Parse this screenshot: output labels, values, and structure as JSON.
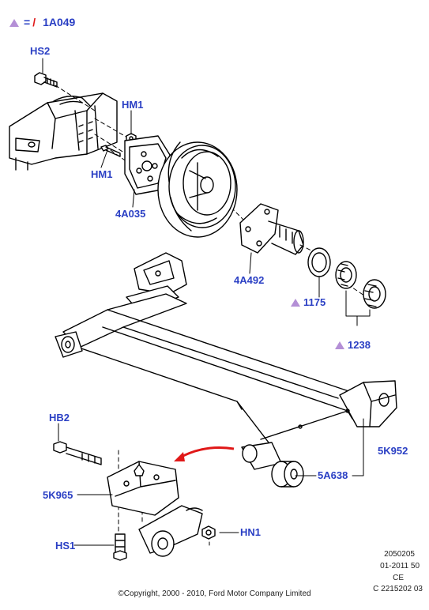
{
  "legend": {
    "equals": "=",
    "slash": "/",
    "code": "1A049"
  },
  "labels": {
    "hs2": "HS2",
    "hm1_top": "HM1",
    "hm1_left": "HM1",
    "p4a035": "4A035",
    "p4a492": "4A492",
    "p1175": "1175",
    "p1238": "1238",
    "hb2": "HB2",
    "p5k965": "5K965",
    "hs1": "HS1",
    "hn1": "HN1",
    "p5a638": "5A638",
    "p5k952": "5K952"
  },
  "meta": {
    "code1": "2050205",
    "code2": "01-2011 50",
    "code3": "CE",
    "code4": "C 2215202 03"
  },
  "copyright": "©Copyright, 2000 - 2010, Ford Motor Company Limited",
  "colors": {
    "callout": "#2a3fc4",
    "triangle": "#b48fd6",
    "arrow": "#e01818"
  }
}
